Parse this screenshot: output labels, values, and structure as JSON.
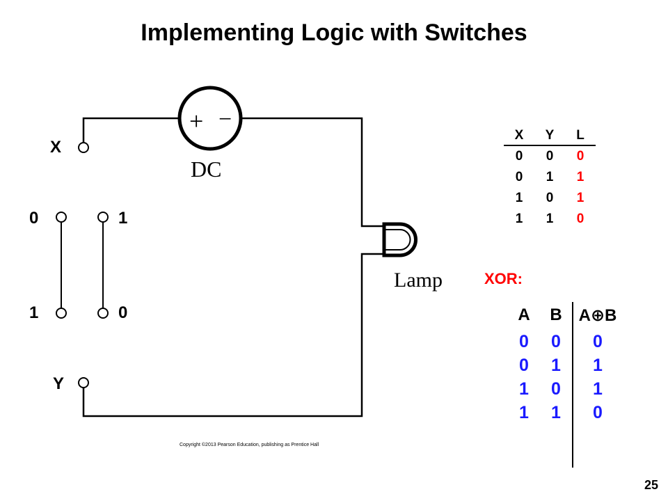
{
  "title": "Implementing Logic with Switches",
  "circuit": {
    "x_label": "X",
    "y_label": "Y",
    "switch_left_top": "0",
    "switch_left_bottom": "1",
    "switch_right_top": "1",
    "switch_right_bottom": "0",
    "source_plus": "+",
    "source_minus": "−",
    "source_label": "DC",
    "lamp_label": "Lamp",
    "copyright": "Copyright ©2013 Pearson Education, publishing as Prentice Hall"
  },
  "lamp_table": {
    "headers": [
      "X",
      "Y",
      "L"
    ],
    "rows": [
      [
        "0",
        "0",
        "0"
      ],
      [
        "0",
        "1",
        "1"
      ],
      [
        "1",
        "0",
        "1"
      ],
      [
        "1",
        "1",
        "0"
      ]
    ]
  },
  "xor_label": "XOR:",
  "xor_table": {
    "headers": [
      "A",
      "B",
      "A⊕B"
    ],
    "rows": [
      [
        "0",
        "0",
        "0"
      ],
      [
        "0",
        "1",
        "1"
      ],
      [
        "1",
        "0",
        "1"
      ],
      [
        "1",
        "1",
        "0"
      ]
    ]
  },
  "page_number": "25",
  "colors": {
    "output_red": "#ff0000",
    "xor_blue": "#1a1aff"
  }
}
